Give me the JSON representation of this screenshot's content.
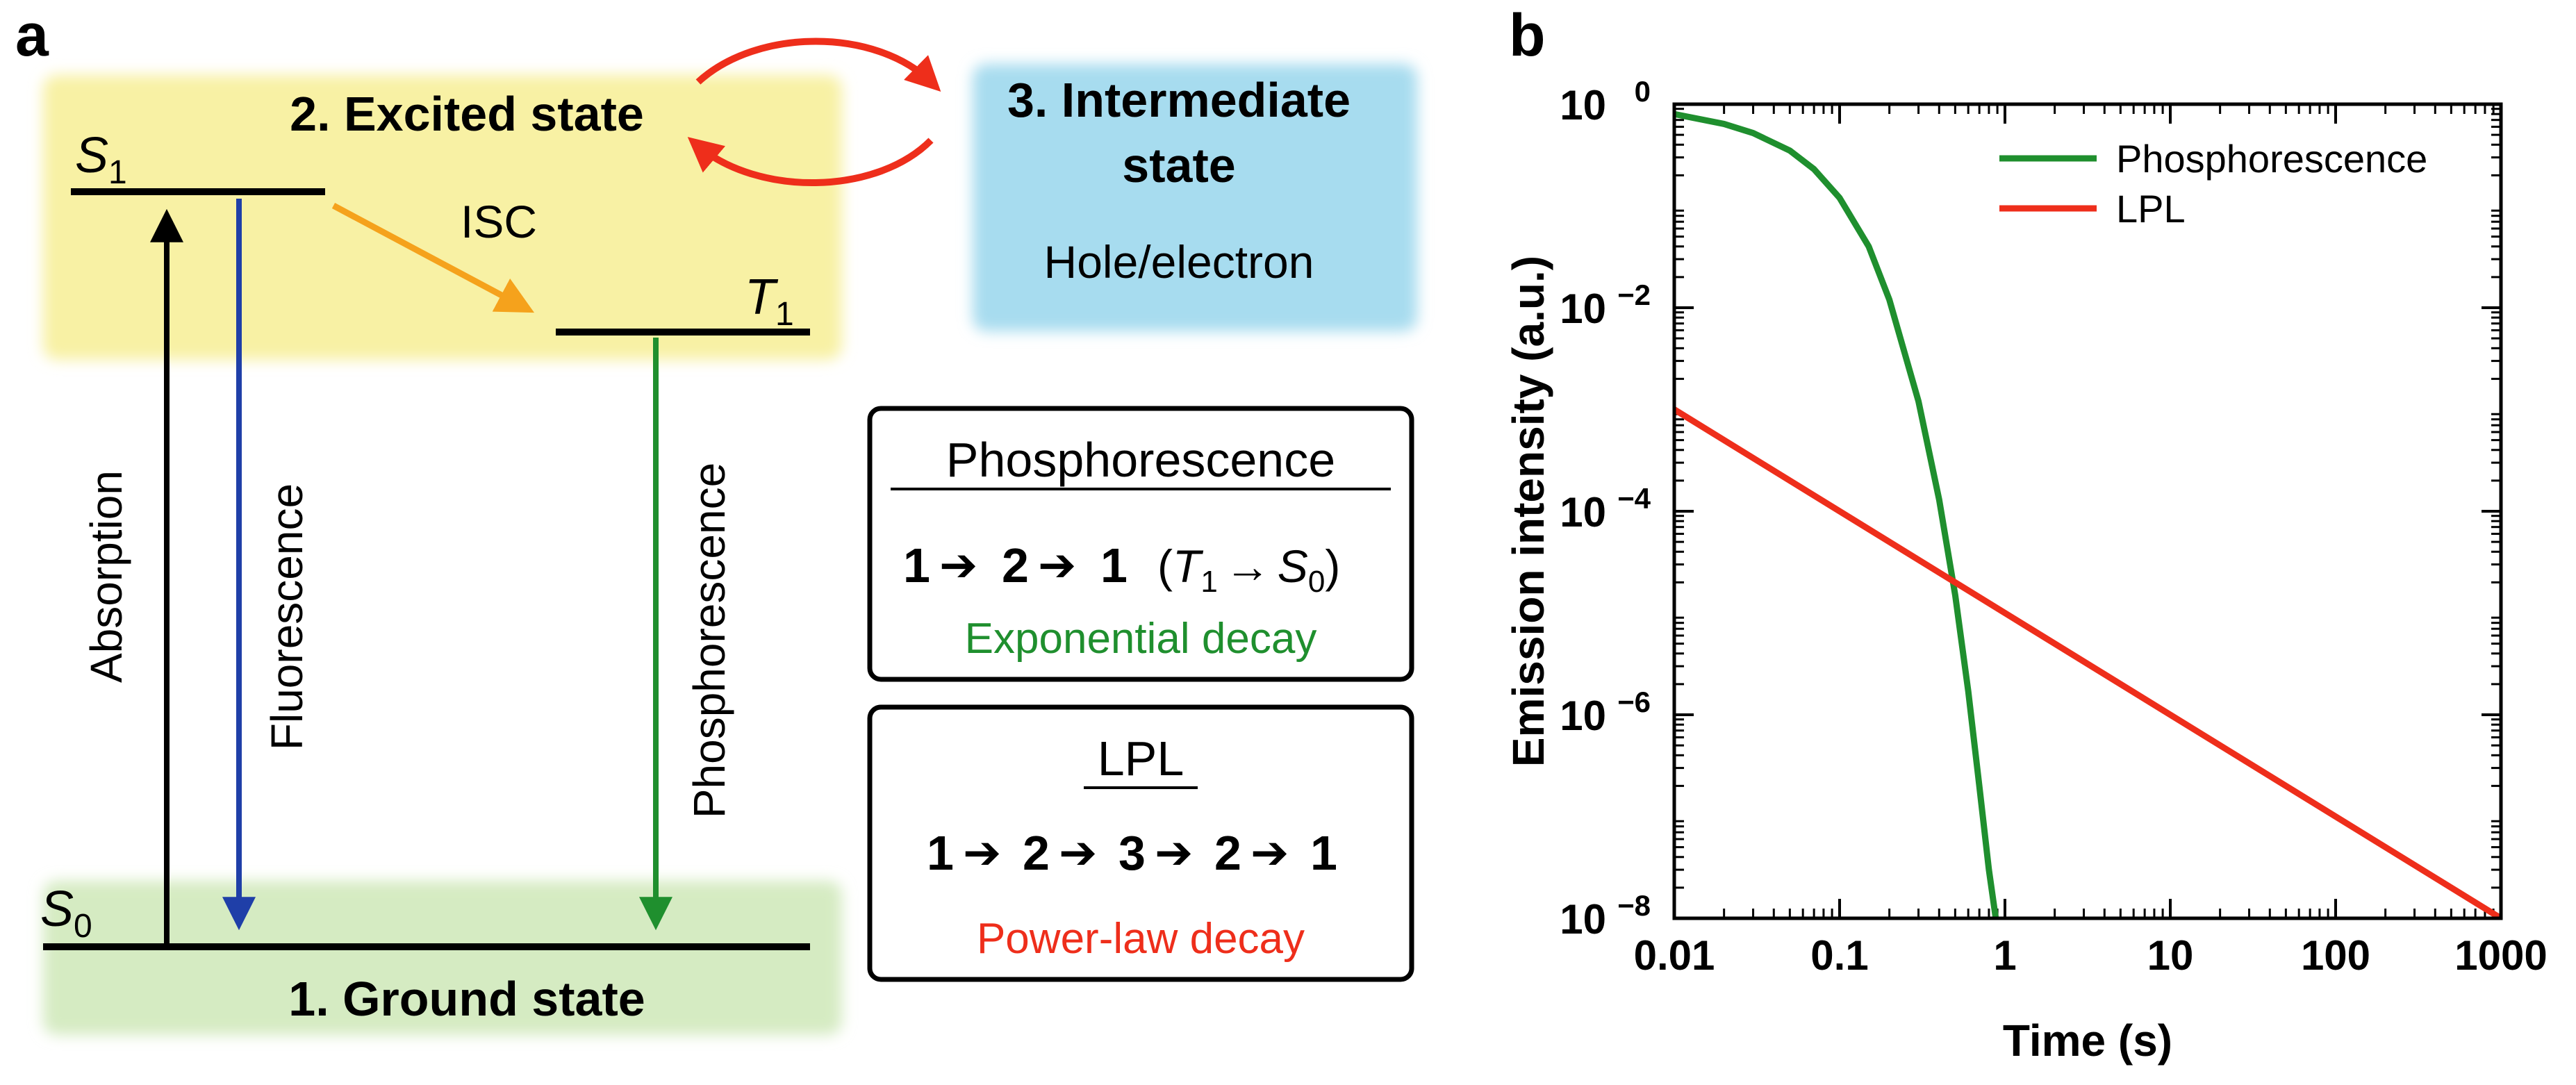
{
  "panel_a": {
    "label": "a",
    "excited_state": "2. Excited state",
    "intermediate_state": {
      "line1": "3. Intermediate",
      "line2": "state",
      "line3": "Hole/electron"
    },
    "ground_state": "1. Ground state",
    "s1_letter": "S",
    "s1_sub": "1",
    "s0_letter": "S",
    "s0_sub": "0",
    "t1_letter": "T",
    "t1_sub": "1",
    "isc": "ISC",
    "absorption": "Absorption",
    "fluorescence": "Fluorescence",
    "phosphorescence_arrow": "Phosphorescence",
    "box_phos": {
      "title": "Phosphorescence",
      "steps": [
        "1",
        "2",
        "1"
      ],
      "paren_from_letter": "T",
      "paren_from_sub": "1",
      "paren_to_letter": "S",
      "paren_to_sub": "0",
      "decay": "Exponential decay"
    },
    "box_lpl": {
      "title": "LPL",
      "steps": [
        "1",
        "2",
        "3",
        "2",
        "1"
      ],
      "decay": "Power-law decay"
    },
    "colors": {
      "excited_bg": "#f8f1a4",
      "intermediate_bg": "#a7dcef",
      "ground_bg": "#d5ebc2",
      "absorption": "#000000",
      "fluorescence": "#1f3fa8",
      "phosphorescence": "#1f8f2e",
      "isc": "#f5a21c",
      "cycle": "#ee2e1b",
      "exp_text": "#1f8f2e",
      "power_text": "#ee2e1b"
    }
  },
  "panel_b": {
    "label": "b",
    "chart_data": {
      "type": "line",
      "xscale": "log",
      "yscale": "log",
      "xlabel": "Time (s)",
      "ylabel": "Emission intensity (a.u.)",
      "xlim": [
        0.01,
        1000
      ],
      "ylim": [
        1e-08,
        1
      ],
      "xticks": [
        {
          "value": 0.01,
          "label": "0.01"
        },
        {
          "value": 0.1,
          "label": "0.1"
        },
        {
          "value": 1,
          "label": "1"
        },
        {
          "value": 10,
          "label": "10"
        },
        {
          "value": 100,
          "label": "100"
        },
        {
          "value": 1000,
          "label": "1000"
        }
      ],
      "yticks": [
        {
          "value": 1,
          "base": "10",
          "exp": "0"
        },
        {
          "value": 0.01,
          "base": "10",
          "exp": "−2"
        },
        {
          "value": 0.0001,
          "base": "10",
          "exp": "−4"
        },
        {
          "value": 1e-06,
          "base": "10",
          "exp": "−6"
        },
        {
          "value": 1e-08,
          "base": "10",
          "exp": "−8"
        }
      ],
      "legend_position": "top-right",
      "series": [
        {
          "name": "Phosphorescence",
          "color": "#1f8f2e",
          "x": [
            0.01,
            0.02,
            0.03,
            0.05,
            0.07,
            0.1,
            0.15,
            0.2,
            0.3,
            0.4,
            0.5,
            0.6,
            0.7,
            0.8,
            0.88
          ],
          "y": [
            0.8,
            0.64,
            0.52,
            0.35,
            0.23,
            0.12,
            0.04,
            0.012,
            0.0012,
            0.00013,
            1.5e-05,
            1.7e-06,
            2e-07,
            3e-08,
            1e-08
          ]
        },
        {
          "name": "LPL",
          "color": "#ee2e1b",
          "x": [
            0.01,
            1000
          ],
          "y": [
            0.001,
            1e-08
          ]
        }
      ]
    }
  }
}
